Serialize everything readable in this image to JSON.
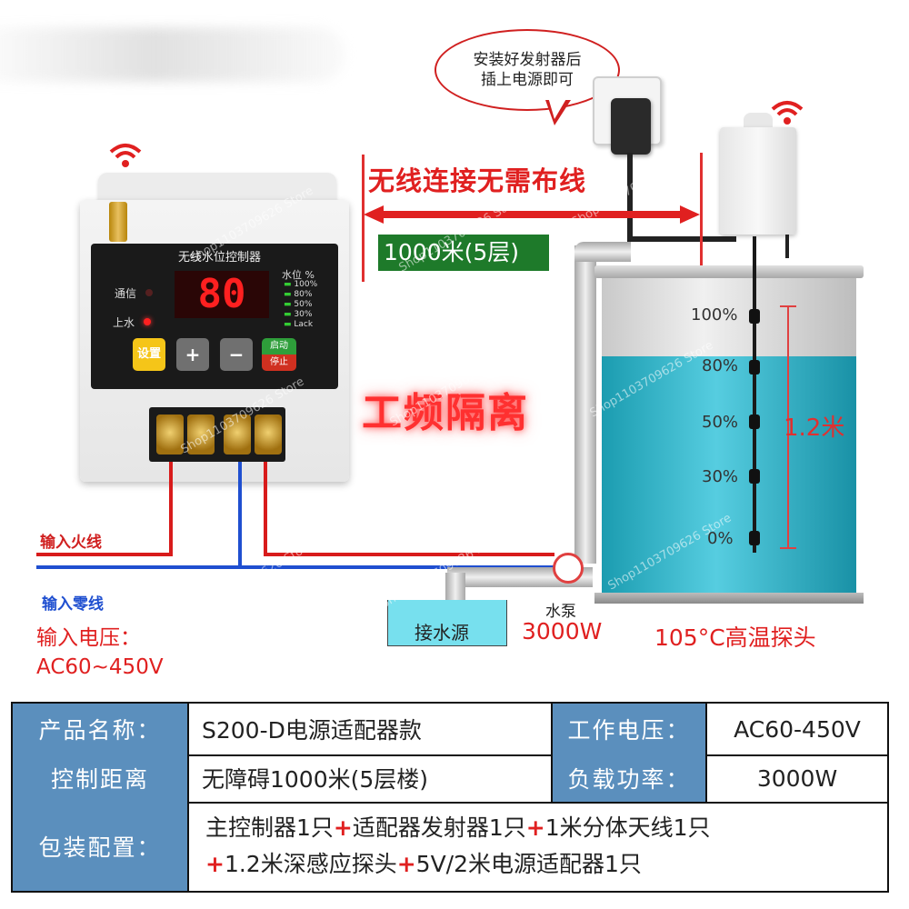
{
  "bubble": {
    "line1": "安装好发射器后",
    "line2": "插上电源即可"
  },
  "wireless_title": "无线连接无需布线",
  "distance_badge": "1000米(5层)",
  "controller": {
    "panel_title": "无线水位控制器",
    "logo": "",
    "display_value": "80",
    "comm_label": "通信",
    "fill_label": "上水",
    "level_header": "水位 %",
    "levels": [
      "100%",
      "80%",
      "50%",
      "30%",
      "Lack"
    ],
    "btn_set": "设置",
    "btn_plus": "+",
    "btn_minus": "−",
    "btn_start": "启动",
    "btn_stop": "停止"
  },
  "isolation_label": "工频隔离",
  "wires": {
    "live": "输入火线",
    "neutral": "输入零线"
  },
  "voltage_label": {
    "line1": "输入电压：",
    "line2": "AC60~450V"
  },
  "tank": {
    "levels": [
      "100%",
      "80%",
      "50%",
      "30%",
      "0%"
    ],
    "probe_length": "1.2米"
  },
  "pump": {
    "name": "水泵",
    "power": "3000W"
  },
  "source_label": "接水源",
  "probe_label": "105°C高温探头",
  "watermark": "Shop1103709626 Store",
  "specs": {
    "product_name_label": "产品名称：",
    "product_name": "S200-D电源适配器款",
    "voltage_label": "工作电压：",
    "voltage": "AC60-450V",
    "distance_label": "控制距离",
    "distance": "无障碍1000米(5层楼)",
    "power_label": "负载功率：",
    "power": "3000W",
    "package_label": "包装配置：",
    "package_line1": [
      "主控制器1只",
      "适配器发射器1只",
      "1米分体天线1只"
    ],
    "package_line2": [
      "1.2米深感应探头",
      "5V/2米电源适配器1只"
    ]
  },
  "colors": {
    "accent_red": "#e02020",
    "water": "#3fb8cc",
    "header_blue": "#5b8fbd",
    "badge_green": "#1e7a2a"
  }
}
